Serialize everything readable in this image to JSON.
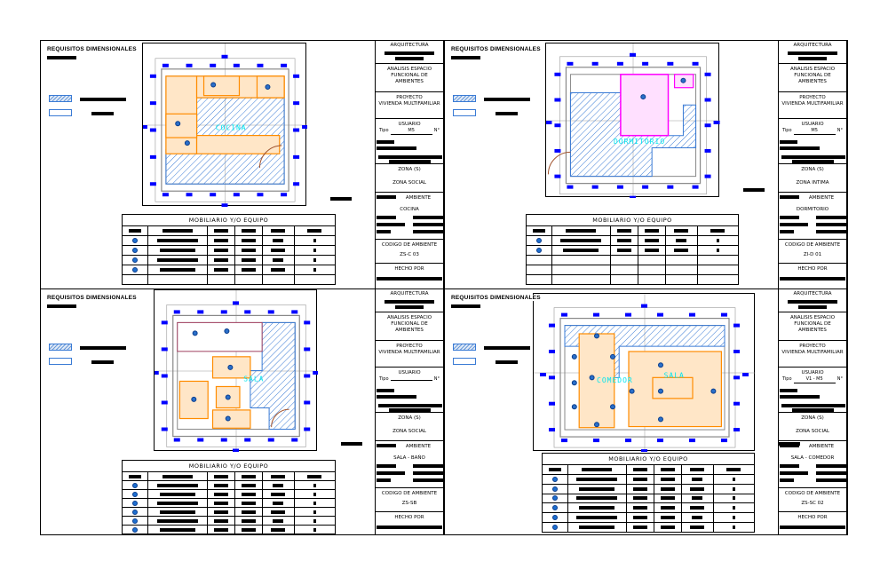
{
  "sheet_title": "REQUISITOS DIMENSIONALES",
  "table_title": "MOBILIARIO Y/O EQUIPO",
  "colors": {
    "hatch": "#3a7bd5",
    "furniture": "#ff8c00",
    "bed": "#ff00ff",
    "dimension": "#0000ff",
    "label": "#00e5ee",
    "wall": "#888888"
  },
  "panels": [
    {
      "room_label": "COCINA",
      "furniture_rows": 4,
      "empty_rows": 1,
      "title_block": {
        "firm": "ARQUITECTURA",
        "analysis": "ANALISIS ESPACIO FUNCIONAL DE AMBIENTES",
        "project_label": "PROYECTO",
        "project": "VIVIENDA MULTIFAMILIAR",
        "user_label": "USUARIO",
        "tipo": "Tipo",
        "tipo_value": "M5",
        "no": "N°",
        "zones_label": "ZONA (S)",
        "zone": "ZONA SOCIAL",
        "ambient_label": "AMBIENTE",
        "ambient": "COCINA",
        "code_label": "CODIGO DE AMBIENTE",
        "code": "ZS-C 03",
        "made_by": "HECHO POR"
      }
    },
    {
      "room_label": "DORMITORIO",
      "furniture_rows": 2,
      "empty_rows": 3,
      "title_block": {
        "firm": "ARQUITECTURA",
        "analysis": "ANALISIS ESPACIO FUNCIONAL DE AMBIENTES",
        "project_label": "PROYECTO",
        "project": "VIVIENDA MULTIFAMILIAR",
        "user_label": "USUARIO",
        "tipo": "Tipo",
        "tipo_value": "M5",
        "no": "N°",
        "zones_label": "ZONA (S)",
        "zone": "ZONA INTIMA",
        "ambient_label": "AMBIENTE",
        "ambient": "DORMITORIO",
        "code_label": "CODIGO DE AMBIENTE",
        "code": "ZI-D 01",
        "made_by": "HECHO POR"
      }
    },
    {
      "room_label": "SALA",
      "furniture_rows": 6,
      "empty_rows": 0,
      "title_block": {
        "firm": "ARQUITECTURA",
        "analysis": "ANALISIS ESPACIO FUNCIONAL DE AMBIENTES",
        "project_label": "PROYECTO",
        "project": "VIVIENDA MULTIFAMILIAR",
        "user_label": "USUARIO",
        "tipo": "Tipo",
        "tipo_value": "",
        "no": "N°",
        "zones_label": "ZONA (S)",
        "zone": "ZONA SOCIAL",
        "ambient_label": "AMBIENTE",
        "ambient": "SALA - BAÑO",
        "code_label": "CODIGO DE AMBIENTE",
        "code": "ZS-SB",
        "made_by": "HECHO POR"
      }
    },
    {
      "room_label": "SALA",
      "room_label_2": "COMEDOR",
      "furniture_rows": 6,
      "empty_rows": 0,
      "title_block": {
        "firm": "ARQUITECTURA",
        "analysis": "ANALISIS ESPACIO FUNCIONAL DE AMBIENTES",
        "project_label": "PROYECTO",
        "project": "VIVIENDA MULTIFAMILIAR",
        "user_label": "USUARIO",
        "tipo": "Tipo",
        "tipo_value": "V1 - M5",
        "no": "N°",
        "zones_label": "ZONA (S)",
        "zone": "ZONA SOCIAL",
        "ambient_label": "AMBIENTE",
        "ambient": "SALA - COMEDOR",
        "code_label": "CODIGO DE AMBIENTE",
        "code": "ZS-SC 02",
        "made_by": "HECHO POR"
      }
    }
  ]
}
